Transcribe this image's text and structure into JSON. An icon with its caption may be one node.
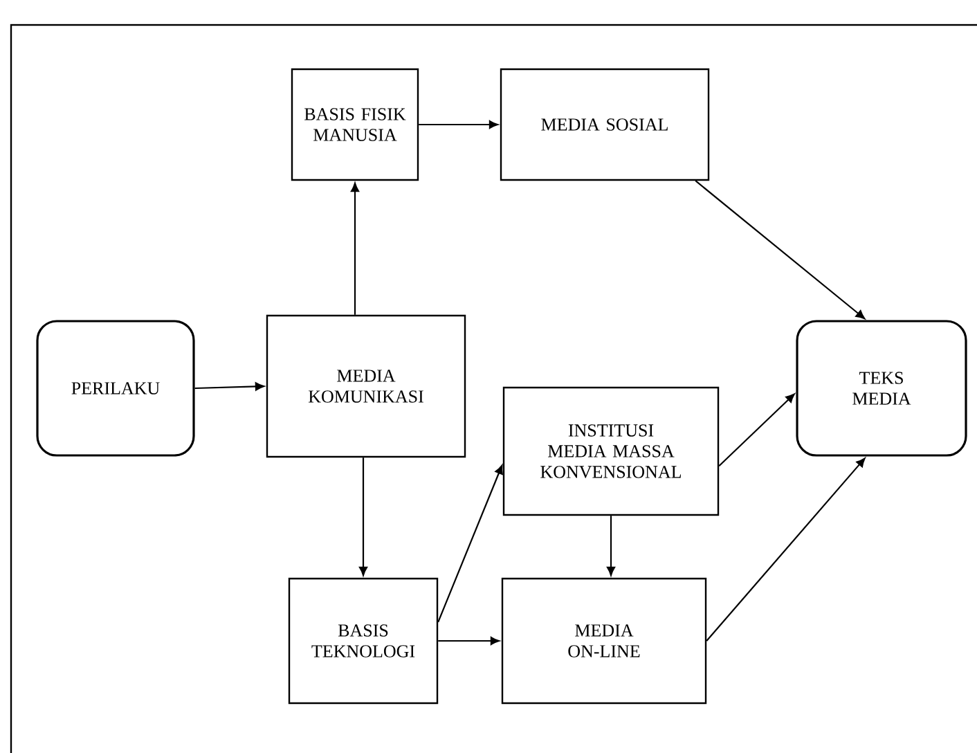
{
  "diagram": {
    "nodes": [
      {
        "text": [
          "PERILAKU"
        ]
      },
      {
        "text": [
          "MEDIA KOMUNIKASI"
        ]
      },
      {
        "text": [
          "BASIS FISIK MANUSIA"
        ]
      },
      {
        "text": [
          "MEDIA SOSIAL"
        ]
      },
      {
        "text": [
          "TEKS MEDIA"
        ]
      },
      {
        "text": [
          "INSTITUSI MEDIA MASSA KONVENSIONAL"
        ]
      },
      {
        "text": [
          "BASIS TEKNOLOGI"
        ]
      },
      {
        "text": [
          "MEDIA ON-LINE"
        ]
      }
    ],
    "edges": [
      {
        "from": 0,
        "to": 1,
        "arrow": "to"
      },
      {
        "from": 1,
        "to": 2,
        "arrow": "to"
      },
      {
        "from": 2,
        "to": 3,
        "arrow": "to"
      },
      {
        "from": 3,
        "to": 4,
        "arrow": "to"
      },
      {
        "from": 1,
        "to": 6,
        "arrow": "to"
      },
      {
        "from": 6,
        "to": 5,
        "arrow": "to"
      },
      {
        "from": 6,
        "to": 7,
        "arrow": "to"
      },
      {
        "from": 5,
        "to": 7,
        "arrow": "to"
      },
      {
        "from": 5,
        "to": 4,
        "arrow": "to"
      },
      {
        "from": 7,
        "to": 4,
        "arrow": "to"
      }
    ]
  }
}
